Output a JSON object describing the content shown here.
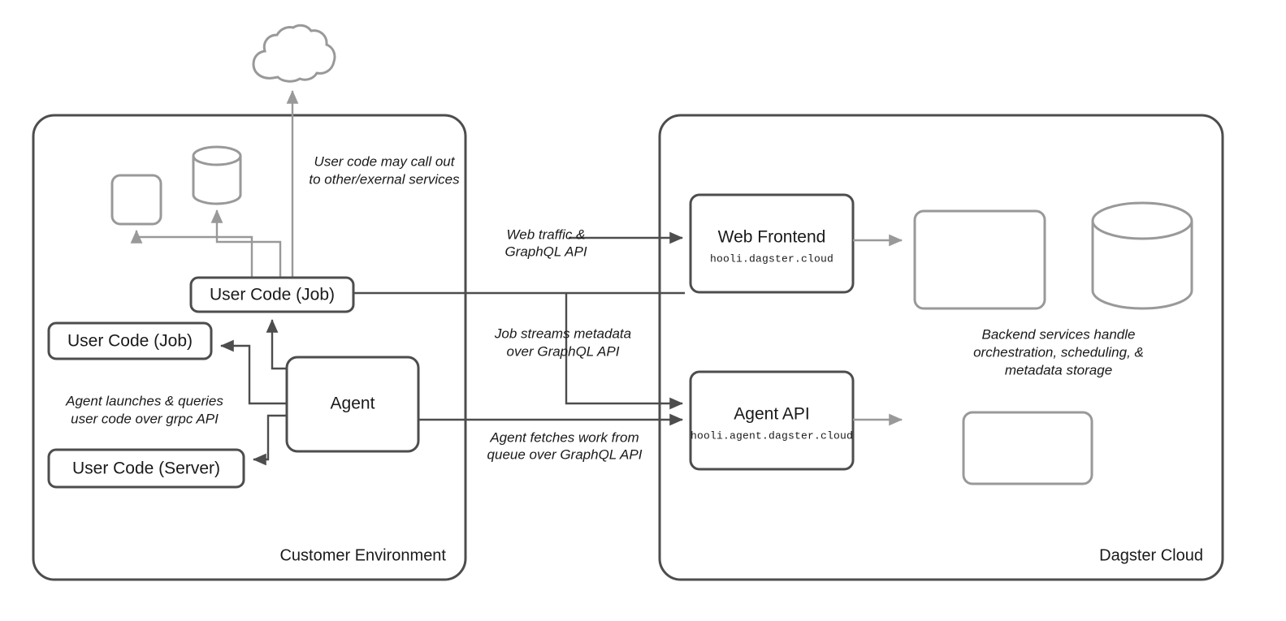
{
  "diagram": {
    "title": "Dagster Cloud architecture",
    "colors": {
      "dark_stroke": "#4d4d4d",
      "light_stroke": "#999999",
      "text": "#1a1a1a",
      "background": "#ffffff"
    },
    "groups": [
      {
        "id": "customer-environment",
        "label": "Customer Environment"
      },
      {
        "id": "dagster-cloud",
        "label": "Dagster Cloud"
      }
    ],
    "customer_nodes": {
      "user_code_job_top": {
        "label": "User Code (Job)"
      },
      "user_code_job_left": {
        "label": "User Code (Job)"
      },
      "user_code_server": {
        "label": "User Code (Server)"
      },
      "agent": {
        "label": "Agent"
      },
      "external_square": {
        "label": ""
      },
      "external_cylinder": {
        "label": ""
      },
      "external_cloud": {
        "label": ""
      }
    },
    "cloud_nodes": {
      "web_frontend": {
        "label": "Web Frontend",
        "sublabel": "hooli.dagster.cloud"
      },
      "agent_api": {
        "label": "Agent API",
        "sublabel": "hooli.agent.dagster.cloud"
      },
      "backend_square_top": {
        "label": ""
      },
      "backend_cylinder": {
        "label": ""
      },
      "backend_square_bottom": {
        "label": ""
      }
    },
    "annotations": {
      "external_services": {
        "line1": "User code may call out",
        "line2": "to other/exernal services"
      },
      "web_traffic": {
        "line1": "Web traffic &",
        "line2": "GraphQL API"
      },
      "job_streams": {
        "line1": "Job streams metadata",
        "line2": "over GraphQL API"
      },
      "agent_fetches": {
        "line1": "Agent fetches work from",
        "line2": "queue over GraphQL API"
      },
      "agent_launches": {
        "line1": "Agent launches & queries",
        "line2": "user code over grpc API"
      },
      "backend_services": {
        "line1": "Backend services handle",
        "line2": "orchestration, scheduling, &",
        "line3": "metadata storage"
      }
    }
  }
}
